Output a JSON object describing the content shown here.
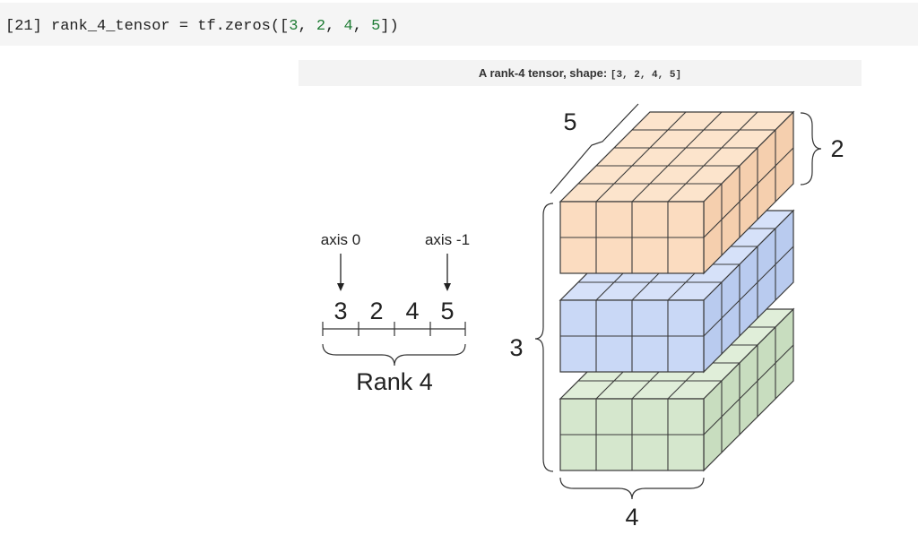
{
  "cell": {
    "prompt": "[21]",
    "code_prefix": "rank_4_tensor = tf.zeros([",
    "dims": [
      "3",
      "2",
      "4",
      "5"
    ],
    "code_suffix": "])"
  },
  "output": {
    "title": "A rank-4 tensor, shape:",
    "shape": "[3, 2, 4, 5]"
  },
  "diagram": {
    "axis0_label": "axis 0",
    "axis_last_label": "axis -1",
    "rank_label": "Rank 4",
    "shape_values": [
      "3",
      "2",
      "4",
      "5"
    ],
    "dim_labels": {
      "depth": "5",
      "rows": "2",
      "blocks": "3",
      "cols": "4"
    },
    "block_colors": {
      "top": {
        "front": "#fbdcc0",
        "top": "#fce4cc",
        "side": "#f5cfae"
      },
      "middle": {
        "front": "#c9d8f6",
        "top": "#d6e1f9",
        "side": "#b9cbef"
      },
      "bottom": {
        "front": "#d5e7cd",
        "top": "#e0eed9",
        "side": "#c8ddbf"
      }
    },
    "stroke": "#3a3a3a"
  }
}
